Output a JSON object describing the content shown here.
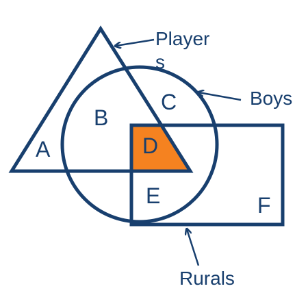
{
  "diagram": {
    "colors": {
      "stroke": "#183f6e",
      "highlight": "#f58220",
      "background": "#ffffff"
    },
    "region_labels": {
      "a": "A",
      "b": "B",
      "c": "C",
      "d": "D",
      "e": "E",
      "f": "F"
    },
    "set_labels": {
      "players_line1": "Player",
      "players_line2": "s",
      "boys": "Boys",
      "rurals": "Rurals"
    },
    "highlighted_region": "D"
  }
}
